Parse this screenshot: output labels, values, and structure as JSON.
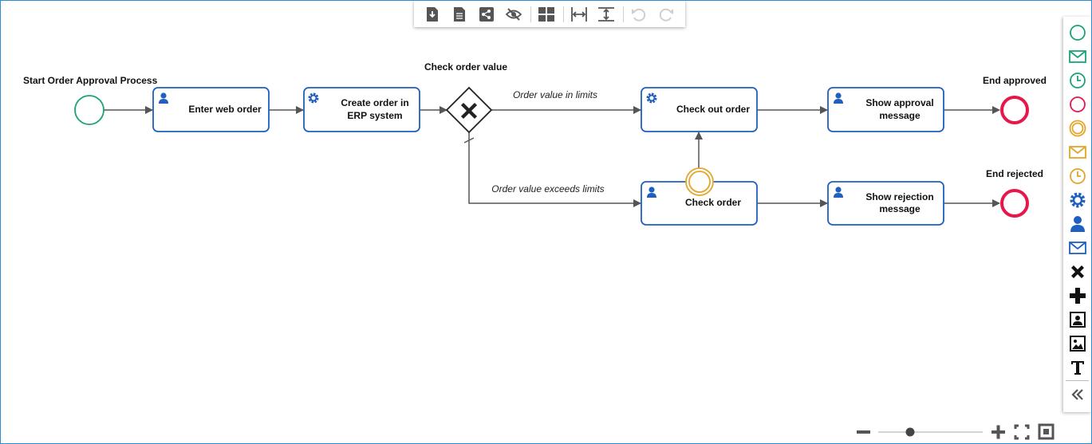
{
  "diagram": {
    "start_event": "Start Order Approval Process",
    "gateway_label": "Check order value",
    "tasks": {
      "enter_web_order": "Enter web order",
      "create_order_1": "Create order in",
      "create_order_2": "ERP system",
      "check_out_order": "Check out order",
      "check_order": "Check order",
      "show_approval_1": "Show approval",
      "show_approval_2": "message",
      "show_rejection_1": "Show rejection",
      "show_rejection_2": "message"
    },
    "flows": {
      "in_limits": "Order value in limits",
      "exceeds_limits": "Order value exceeds limits"
    },
    "end_events": {
      "approved": "End approved",
      "rejected": "End rejected"
    }
  },
  "toolbar": {
    "icons": [
      "download-icon",
      "document-icon",
      "share-icon",
      "hide-icon",
      "layout-icon",
      "fit-width-icon",
      "fit-height-icon",
      "undo-icon",
      "redo-icon"
    ]
  },
  "palette": {
    "icons": [
      "start-event-icon",
      "message-start-icon",
      "timer-start-icon",
      "end-event-icon",
      "intermediate-event-icon",
      "message-intermediate-icon",
      "timer-intermediate-icon",
      "service-task-icon",
      "user-task-icon",
      "message-task-icon",
      "exclusive-gateway-icon",
      "parallel-gateway-icon",
      "person-image-icon",
      "image-icon",
      "text-icon",
      "collapse-icon"
    ]
  },
  "colors": {
    "task_border": "#1f5fbf",
    "start": "#1aa37a",
    "end": "#e8174a",
    "intermediate": "#e3a52a",
    "frame": "#2a8fd0"
  }
}
